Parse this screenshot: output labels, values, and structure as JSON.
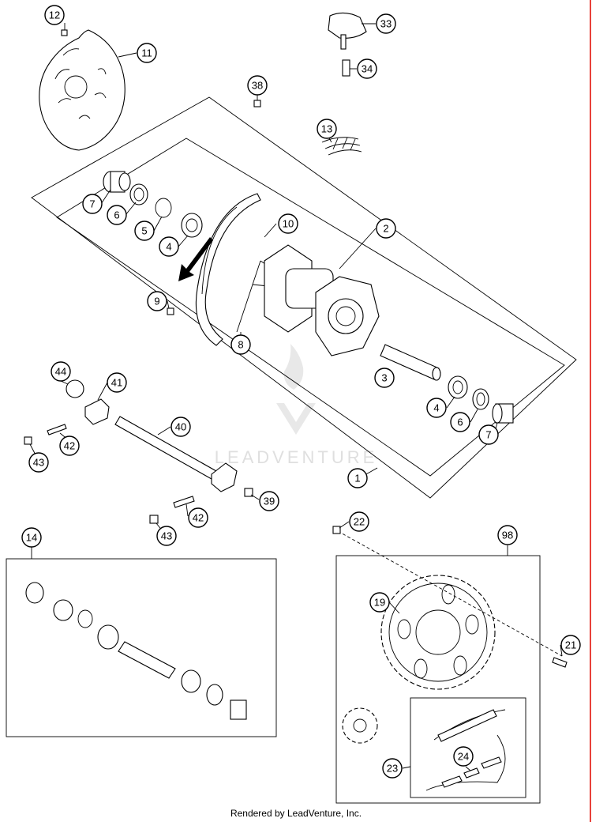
{
  "diagram": {
    "callouts": [
      "12",
      "11",
      "33",
      "34",
      "38",
      "13",
      "7",
      "6",
      "5",
      "4",
      "10",
      "2",
      "9",
      "8",
      "3",
      "4",
      "6",
      "7",
      "44",
      "41",
      "40",
      "42",
      "43",
      "39",
      "42",
      "43",
      "1",
      "14",
      "22",
      "98",
      "19",
      "21",
      "23",
      "24"
    ],
    "watermark": "LEADVENTURE",
    "footer": "Rendered by LeadVenture, Inc.",
    "colors": {
      "line": "#000000",
      "watermark": "#dcdcdc",
      "edge_rule": "#e8413b"
    }
  }
}
